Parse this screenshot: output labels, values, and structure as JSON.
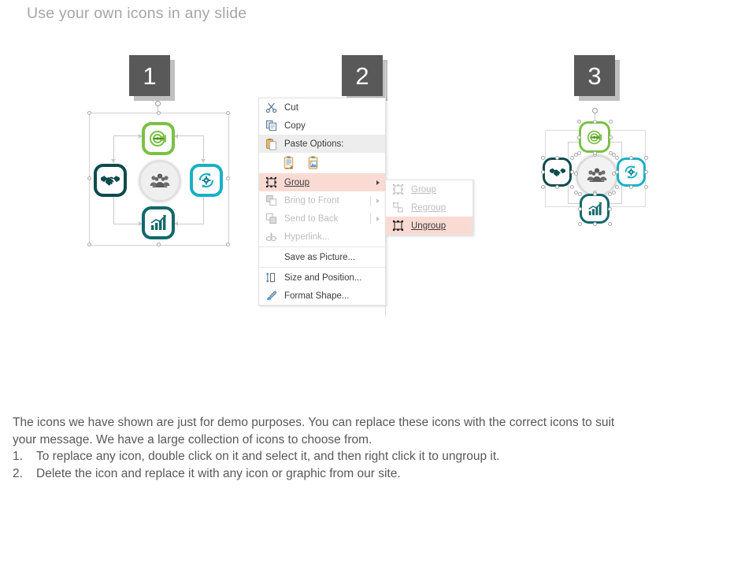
{
  "slide": {
    "title": "Use your own icons in any slide",
    "background": "#ffffff"
  },
  "colors": {
    "badge_fill": "#595959",
    "badge_shadow": "#bfbfbf",
    "title_gray": "#a6a6a6",
    "green": "#7ac143",
    "dark_teal": "#0d4b4b",
    "cyan": "#19b0c4",
    "teal": "#12686b",
    "center_gray": "#efefef",
    "highlight_pink": "#fadbd3",
    "paste_header_gray": "#ededed",
    "body_text": "#58585a",
    "connector_gray": "#c9c9c9",
    "handle_stroke": "#a9a9a9"
  },
  "steps": [
    {
      "number": "1",
      "name": "step-badge-1"
    },
    {
      "number": "2",
      "name": "step-badge-2"
    },
    {
      "number": "3",
      "name": "step-badge-3"
    }
  ],
  "diagram": {
    "icons": {
      "top": {
        "icon": "target-arrow-icon",
        "color": "#7ac143"
      },
      "left": {
        "icon": "handshake-icon",
        "color": "#0d4b4b"
      },
      "right": {
        "icon": "gear-refresh-icon",
        "color": "#19b0c4"
      },
      "bottom": {
        "icon": "bar-chart-growth-icon",
        "color": "#12686b"
      },
      "center": {
        "icon": "people-group-icon",
        "color": "#6e6e6e"
      }
    },
    "states": {
      "grouped": "single selection frame around whole group",
      "ungrouped": "individual selection handles on each shape"
    }
  },
  "context_menu": {
    "items": [
      {
        "label": "Cut",
        "icon": "scissors-icon",
        "disabled": false,
        "highlighted": false,
        "submenu": false,
        "accel": "t"
      },
      {
        "label": "Copy",
        "icon": "copy-icon",
        "disabled": false,
        "highlighted": false,
        "submenu": false,
        "accel": "C"
      },
      {
        "label": "Paste Options:",
        "icon": "paste-icon",
        "disabled": false,
        "highlighted": false,
        "submenu": false,
        "header": true
      },
      {
        "label": "Group",
        "icon": "group-icon",
        "disabled": false,
        "highlighted": true,
        "submenu": true
      },
      {
        "label": "Bring to Front",
        "icon": "bring-to-front-icon",
        "disabled": true,
        "highlighted": false,
        "submenu": true
      },
      {
        "label": "Send to Back",
        "icon": "send-to-back-icon",
        "disabled": true,
        "highlighted": false,
        "submenu": true
      },
      {
        "label": "Hyperlink...",
        "icon": "hyperlink-icon",
        "disabled": true,
        "highlighted": false,
        "submenu": false
      },
      {
        "label": "Save as Picture...",
        "icon": "none",
        "disabled": false,
        "highlighted": false,
        "submenu": false
      },
      {
        "label": "Size and Position...",
        "icon": "size-position-icon",
        "disabled": false,
        "highlighted": false,
        "submenu": false
      },
      {
        "label": "Format Shape...",
        "icon": "format-shape-icon",
        "disabled": false,
        "highlighted": false,
        "submenu": false
      }
    ],
    "paste_options": [
      {
        "icon": "paste-keep-text-icon"
      },
      {
        "icon": "paste-picture-icon"
      }
    ]
  },
  "submenu": {
    "items": [
      {
        "label": "Group",
        "icon": "group-icon",
        "disabled": true,
        "highlighted": false
      },
      {
        "label": "Regroup",
        "icon": "regroup-icon",
        "disabled": true,
        "highlighted": false
      },
      {
        "label": "Ungroup",
        "icon": "ungroup-icon",
        "disabled": false,
        "highlighted": true
      }
    ]
  },
  "body": {
    "paragraph_line1": "The icons we have shown are just for demo purposes. You can replace these icons with the correct icons to suit",
    "paragraph_line2": "your message. We have a large collection of icons to choose from.",
    "list": [
      {
        "num": "1.",
        "text": "To replace any icon, double click on it and select it, and then right click it to ungroup it."
      },
      {
        "num": "2.",
        "text": "Delete the icon and replace it with any icon or graphic from our site."
      }
    ]
  }
}
